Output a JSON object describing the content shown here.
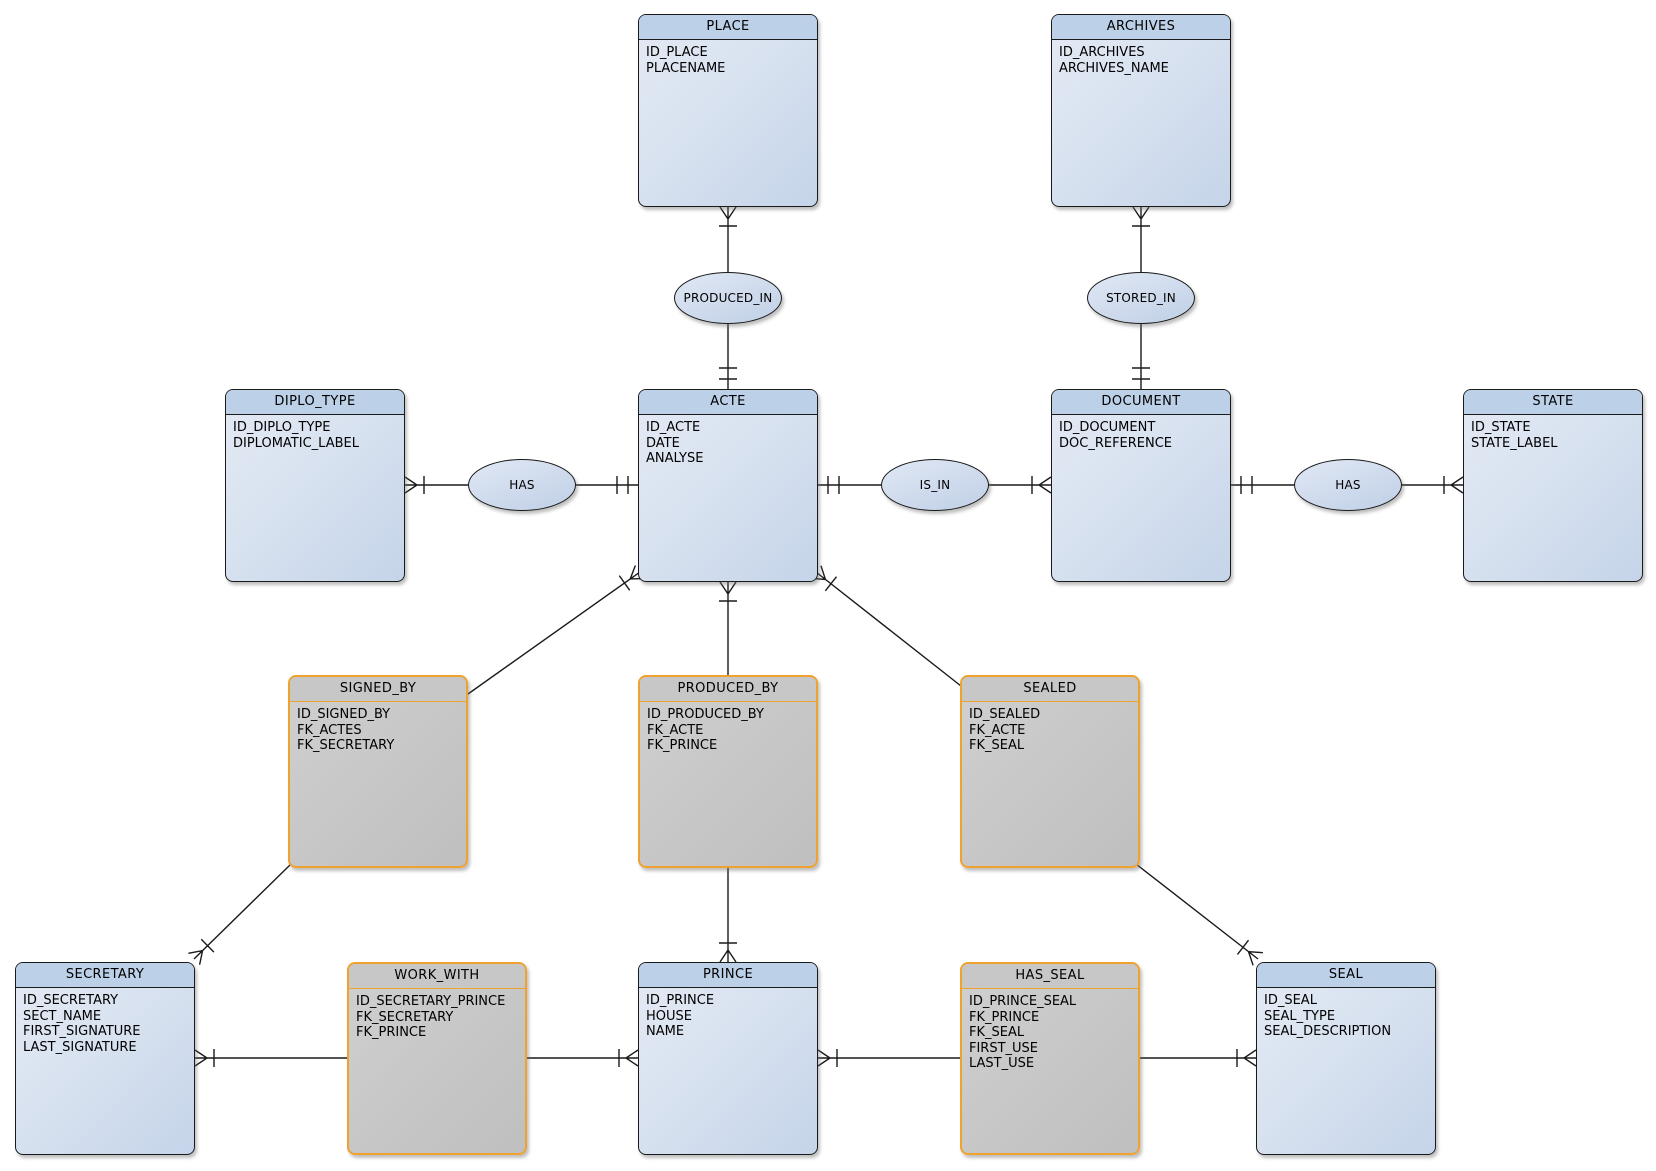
{
  "diagram": {
    "entities": [
      {
        "id": "place",
        "title": "PLACE",
        "attributes": [
          "ID_PLACE",
          "PLACENAME"
        ],
        "kind": "entity"
      },
      {
        "id": "archives",
        "title": "ARCHIVES",
        "attributes": [
          "ID_ARCHIVES",
          "ARCHIVES_NAME"
        ],
        "kind": "entity"
      },
      {
        "id": "diplo-type",
        "title": "DIPLO_TYPE",
        "attributes": [
          "ID_DIPLO_TYPE",
          "DIPLOMATIC_LABEL"
        ],
        "kind": "entity"
      },
      {
        "id": "acte",
        "title": "ACTE",
        "attributes": [
          "ID_ACTE",
          "DATE",
          "ANALYSE"
        ],
        "kind": "entity"
      },
      {
        "id": "document",
        "title": "DOCUMENT",
        "attributes": [
          "ID_DOCUMENT",
          "DOC_REFERENCE"
        ],
        "kind": "entity"
      },
      {
        "id": "state",
        "title": "STATE",
        "attributes": [
          "ID_STATE",
          "STATE_LABEL"
        ],
        "kind": "entity"
      },
      {
        "id": "signed-by",
        "title": "SIGNED_BY",
        "attributes": [
          "ID_SIGNED_BY",
          "FK_ACTES",
          "FK_SECRETARY"
        ],
        "kind": "junction"
      },
      {
        "id": "produced-by",
        "title": "PRODUCED_BY",
        "attributes": [
          "ID_PRODUCED_BY",
          "FK_ACTE",
          "FK_PRINCE"
        ],
        "kind": "junction"
      },
      {
        "id": "sealed",
        "title": "SEALED",
        "attributes": [
          "ID_SEALED",
          "FK_ACTE",
          "FK_SEAL"
        ],
        "kind": "junction"
      },
      {
        "id": "secretary",
        "title": "SECRETARY",
        "attributes": [
          "ID_SECRETARY",
          "SECT_NAME",
          "FIRST_SIGNATURE",
          "LAST_SIGNATURE"
        ],
        "kind": "entity"
      },
      {
        "id": "work-with",
        "title": "WORK_WITH",
        "attributes": [
          "ID_SECRETARY_PRINCE",
          "FK_SECRETARY",
          "FK_PRINCE"
        ],
        "kind": "junction"
      },
      {
        "id": "prince",
        "title": "PRINCE",
        "attributes": [
          "ID_PRINCE",
          "HOUSE",
          "NAME"
        ],
        "kind": "entity"
      },
      {
        "id": "has-seal",
        "title": "HAS_SEAL",
        "attributes": [
          "ID_PRINCE_SEAL",
          "FK_PRINCE",
          "FK_SEAL",
          "FIRST_USE",
          "LAST_USE"
        ],
        "kind": "junction"
      },
      {
        "id": "seal",
        "title": "SEAL",
        "attributes": [
          "ID_SEAL",
          "SEAL_TYPE",
          "SEAL_DESCRIPTION"
        ],
        "kind": "entity"
      }
    ],
    "relationships": [
      {
        "id": "produced-in",
        "label": "PRODUCED_IN"
      },
      {
        "id": "stored-in",
        "label": "STORED_IN"
      },
      {
        "id": "has-left",
        "label": "HAS"
      },
      {
        "id": "is-in",
        "label": "IS_IN"
      },
      {
        "id": "has-right",
        "label": "HAS"
      }
    ],
    "colors": {
      "entity_header": "#bcd0e8",
      "entity_body": "#d3dfee",
      "junction_body": "#c7c7c7",
      "junction_border": "#f0a22e",
      "line": "#1a1a1a",
      "background": "#ffffff"
    }
  }
}
